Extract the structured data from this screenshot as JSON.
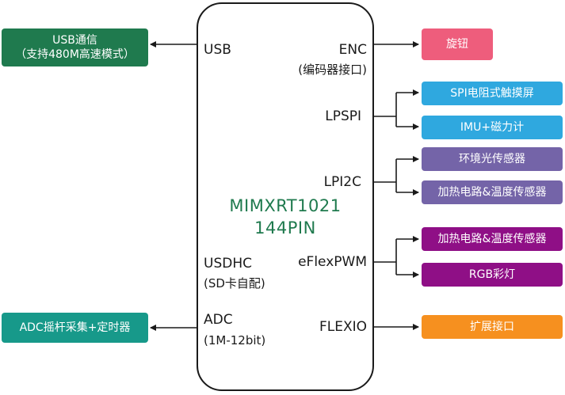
{
  "chip": {
    "name_line1": "MIMXRT1021",
    "name_line2": "144PIN"
  },
  "left_pins": {
    "usb": "USB",
    "usdhc": "USDHC",
    "usdhc_sub": "(SD卡自配)",
    "adc": "ADC",
    "adc_sub": "(1M-12bit)"
  },
  "right_pins": {
    "enc": "ENC",
    "enc_sub": "(编码器接口)",
    "lpspi": "LPSPI",
    "lpi2c": "LPI2C",
    "eflexpwm": "eFlexPWM",
    "flexio": "FLEXIO"
  },
  "left_boxes": {
    "usb_line1": "USB通信",
    "usb_line2": "（支持480M高速模式）",
    "adc": "ADC摇杆采集+定时器"
  },
  "right_boxes": {
    "knob": "旋钮",
    "spi_touch": "SPI电阻式触摸屏",
    "imu": "IMU+磁力计",
    "ambient_light": "环境光传感器",
    "heat_i2c": "加热电路&温度传感器",
    "heat_pwm": "加热电路&温度传感器",
    "rgb": "RGB彩灯",
    "expansion": "扩展接口"
  },
  "colors": {
    "green": "#1f7a4e",
    "teal": "#17998a",
    "pink": "#ee5d7c",
    "blue": "#2fa8df",
    "purple": "#7464a8",
    "magenta": "#8f0f86",
    "orange": "#f6901f",
    "line": "#1a1a1a"
  }
}
